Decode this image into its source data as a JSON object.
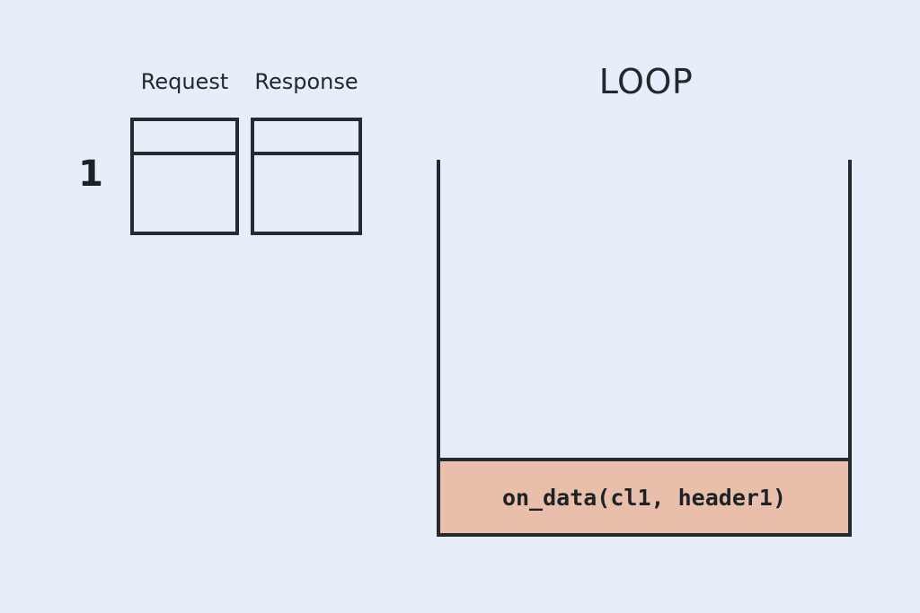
{
  "diagram": {
    "background_color": "#e8eef9",
    "stroke_color": "#262b30",
    "accent_color": "#e9bfab",
    "left_panel": {
      "column_headers": [
        {
          "label": "Request"
        },
        {
          "label": "Response"
        }
      ],
      "rows": [
        {
          "index_label": "1"
        }
      ]
    },
    "loop_panel": {
      "title": "LOOP",
      "activation": {
        "label": "on_data(cl1, header1)",
        "fill_color": "#e9bfab"
      }
    }
  }
}
